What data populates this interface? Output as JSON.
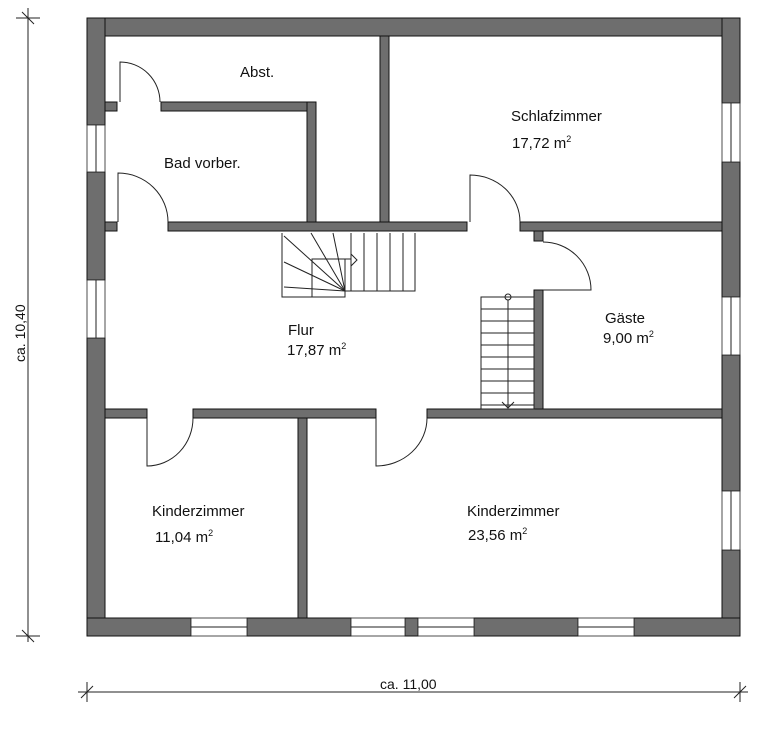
{
  "rooms": {
    "abst": {
      "name": "Abst."
    },
    "bad": {
      "name": "Bad vorber."
    },
    "schlafzimmer": {
      "name": "Schlafzimmer",
      "area": "17,72 m",
      "unit_exp": "2"
    },
    "flur": {
      "name": "Flur",
      "area": "17,87 m",
      "unit_exp": "2"
    },
    "gaeste": {
      "name": "Gäste",
      "area": "9,00 m",
      "unit_exp": "2"
    },
    "kinderzimmer_1": {
      "name": "Kinderzimmer",
      "area": "11,04 m",
      "unit_exp": "2"
    },
    "kinderzimmer_2": {
      "name": "Kinderzimmer",
      "area": "23,56 m",
      "unit_exp": "2"
    }
  },
  "dimensions": {
    "width": "ca. 11,00",
    "height": "ca. 10,40"
  },
  "colors": {
    "wall": "#6e6e6e"
  }
}
